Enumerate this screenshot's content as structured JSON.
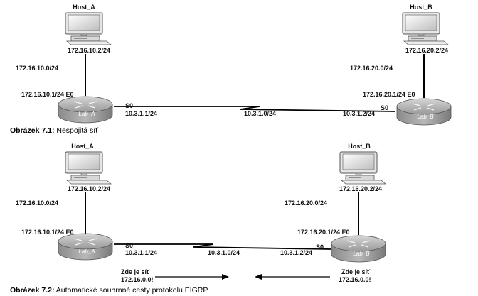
{
  "header_fragment": "",
  "diagram1": {
    "host_a": {
      "name": "Host_A",
      "ip": "172.16.10.2/24"
    },
    "host_b": {
      "name": "Host_B",
      "ip": "172.16.20.2/24"
    },
    "net_a": "172.16.10.0/24",
    "net_b": "172.16.20.0/24",
    "router_a": {
      "name": "Lab_A",
      "if_e0": "172.16.10.1/24 E0",
      "if_s0": "S0",
      "s0_ip": "10.3.1.1/24"
    },
    "router_b": {
      "name": "Lab_B",
      "if_e0": "172.16.20.1/24 E0",
      "if_s0": "S0",
      "s0_ip": "10.3.1.2/24"
    },
    "serial_net": "10.3.1.0/24",
    "caption_bold": "Obrázek 7.1:",
    "caption_text": " Nespojitá síť"
  },
  "diagram2": {
    "host_a": {
      "name": "Host_A",
      "ip": "172.16.10.2/24"
    },
    "host_b": {
      "name": "Host_B",
      "ip": "172.16.20.2/24"
    },
    "net_a": "172.16.10.0/24",
    "net_b": "172.16.20.0/24",
    "router_a": {
      "name": "Lab_A",
      "if_e0": "172.16.10.1/24 E0",
      "if_s0": "S0",
      "s0_ip": "10.3.1.1/24"
    },
    "router_b": {
      "name": "Lab_B",
      "if_e0": "172.16.20.1/24 E0",
      "if_s0": "S0",
      "s0_ip": "10.3.1.2/24"
    },
    "serial_net": "10.3.1.0/24",
    "note_left": {
      "line1": "Zde je síť",
      "line2": "172.16.0.0!"
    },
    "note_right": {
      "line1": "Zde je síť",
      "line2": "172.16.0.0!"
    },
    "caption_bold": "Obrázek 7.2:",
    "caption_text": " Automatické souhrnné cesty protokolu EIGRP"
  }
}
